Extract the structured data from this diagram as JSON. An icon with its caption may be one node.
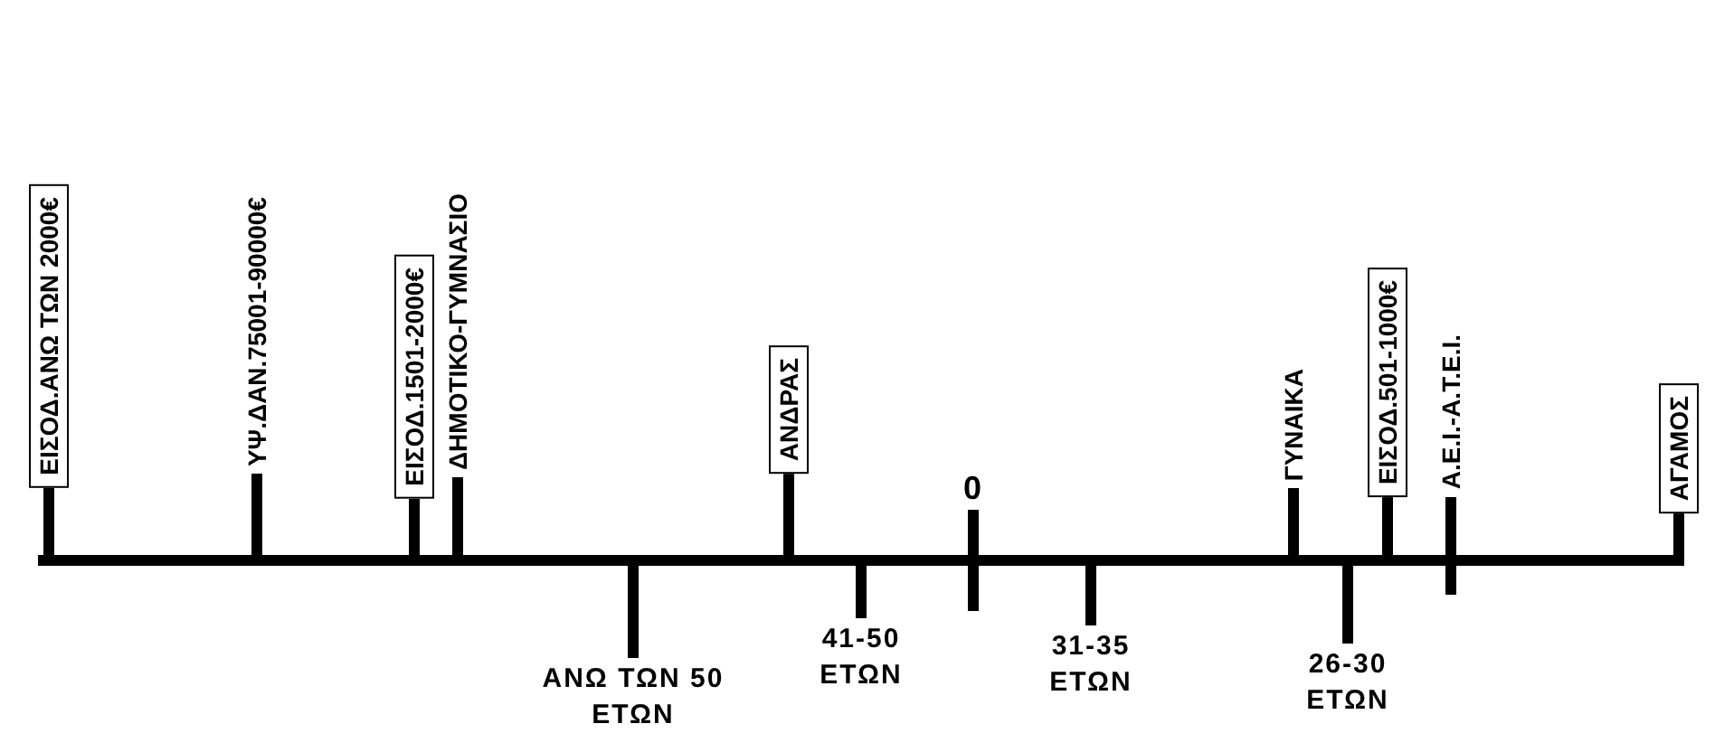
{
  "diagram": {
    "nodes": [
      {
        "text": [
          "ΕΙΣΟΔ.ΑΝΩ ΤΩΝ 2000€"
        ]
      },
      {
        "text": [
          "ΕΙΣΟΔ.1501-2000€"
        ]
      },
      {
        "text": [
          "ΑΝΔΡΑΣ"
        ]
      },
      {
        "text": [
          "ΕΙΣΟΔ.501-1000€"
        ]
      },
      {
        "text": [
          "ΑΓΑΜΟΣ"
        ]
      }
    ],
    "labels": [
      "ΥΨ.ΔΑΝ.75001-90000€",
      "ΔΗΜΟΤΙΚΟ-ΓΥΜΝΑΣΙΟ",
      "0",
      "ΓΥΝΑΙΚΑ",
      "Α.Ε.Ι.-Α.Τ.Ε.Ι.",
      "ΑΝΩ ΤΩΝ 50 ΕΤΩΝ",
      "41-50 ΕΤΩΝ",
      "31-35 ΕΤΩΝ",
      "26-30 ΕΤΩΝ"
    ]
  }
}
